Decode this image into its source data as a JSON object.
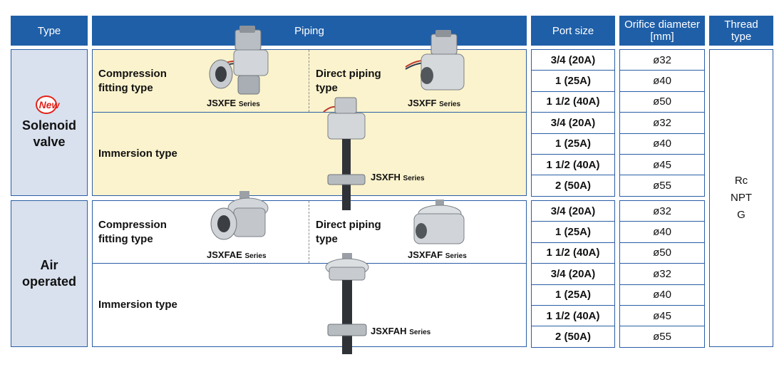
{
  "header": {
    "type": "Type",
    "piping": "Piping",
    "port_size": "Port size",
    "orifice_line1": "Orifice diameter",
    "orifice_line2": "[mm]",
    "thread_line1": "Thread",
    "thread_line2": "type"
  },
  "solenoid": {
    "new_badge": "New",
    "label_line1": "Solenoid",
    "label_line2": "valve",
    "compression_line1": "Compression",
    "compression_line2": "fitting type",
    "compression_series": "JSXFE",
    "direct_line1": "Direct piping",
    "direct_line2": "type",
    "direct_series": "JSXFF",
    "immersion": "Immersion type",
    "immersion_series": "JSXFH",
    "series_suffix": "Series"
  },
  "air": {
    "label_line1": "Air",
    "label_line2": "operated",
    "compression_line1": "Compression",
    "compression_line2": "fitting type",
    "compression_series": "JSXFAE",
    "direct_line1": "Direct piping",
    "direct_line2": "type",
    "direct_series": "JSXFAF",
    "immersion": "Immersion type",
    "immersion_series": "JSXFAH",
    "series_suffix": "Series"
  },
  "rows": [
    {
      "port": "3/4 (20A)",
      "orifice": "ø32"
    },
    {
      "port": "1 (25A)",
      "orifice": "ø40"
    },
    {
      "port": "1 1/2 (40A)",
      "orifice": "ø50"
    },
    {
      "port": "3/4 (20A)",
      "orifice": "ø32"
    },
    {
      "port": "1 (25A)",
      "orifice": "ø40"
    },
    {
      "port": "1 1/2 (40A)",
      "orifice": "ø45"
    },
    {
      "port": "2 (50A)",
      "orifice": "ø55"
    },
    {
      "port": "3/4 (20A)",
      "orifice": "ø32"
    },
    {
      "port": "1 (25A)",
      "orifice": "ø40"
    },
    {
      "port": "1 1/2 (40A)",
      "orifice": "ø50"
    },
    {
      "port": "3/4 (20A)",
      "orifice": "ø32"
    },
    {
      "port": "1 (25A)",
      "orifice": "ø40"
    },
    {
      "port": "1 1/2 (40A)",
      "orifice": "ø45"
    },
    {
      "port": "2 (50A)",
      "orifice": "ø55"
    }
  ],
  "thread_types": [
    "Rc",
    "NPT",
    "G"
  ],
  "colors": {
    "header_blue": "#1f5fa8",
    "border_blue": "#2a5ea6",
    "type_bg": "#d9e1ee",
    "solenoid_bg": "#fbf3cd",
    "new_red": "#e2231a"
  }
}
